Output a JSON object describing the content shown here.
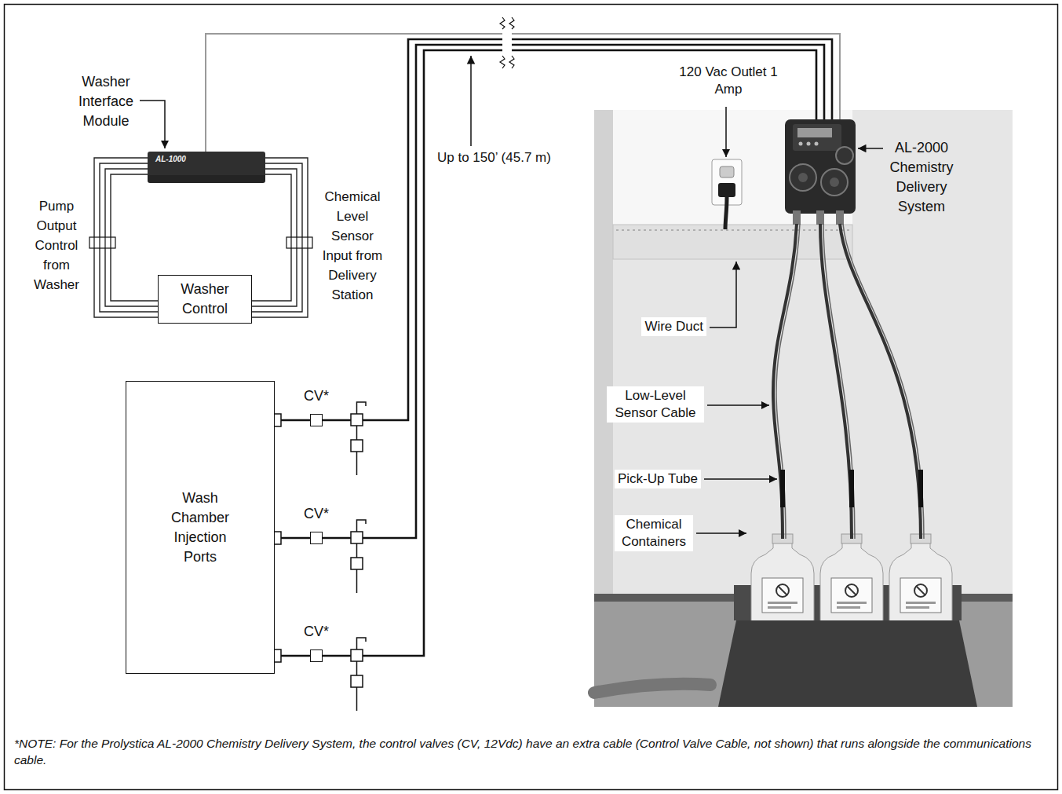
{
  "diagram": {
    "caption": "*NOTE: For the Prolystica AL-2000 Chemistry Delivery System, the control valves (CV, 12Vdc) have an extra cable (Control Valve Cable, not shown) that runs alongside the communications cable.",
    "nodes": [
      {
        "text": [
          "Washer Interface Module",
          "AL-1000"
        ]
      },
      {
        "text": [
          "Washer Control"
        ]
      },
      {
        "text": [
          "Wash Chamber Injection Ports"
        ]
      },
      {
        "text": [
          "CV*"
        ]
      },
      {
        "text": [
          "CV*"
        ]
      },
      {
        "text": [
          "CV*"
        ]
      },
      {
        "text": [
          "AL-2000 Chemistry Delivery System"
        ]
      }
    ],
    "edges": [
      {
        "from": 1,
        "to": 0,
        "arrow": "none",
        "label": "Pump Output Control from Washer"
      },
      {
        "from": 0,
        "to": 1,
        "arrow": "none",
        "label": "Chemical Level Sensor Input from Delivery Station"
      },
      {
        "from": 0,
        "to": 6,
        "arrow": "none"
      },
      {
        "from": 2,
        "to": 3,
        "arrow": "none"
      },
      {
        "from": 2,
        "to": 4,
        "arrow": "none"
      },
      {
        "from": 2,
        "to": 5,
        "arrow": "none"
      },
      {
        "from": 3,
        "to": 6,
        "arrow": "none"
      },
      {
        "from": 4,
        "to": 6,
        "arrow": "none"
      },
      {
        "from": 5,
        "to": 6,
        "arrow": "none"
      }
    ],
    "labels": [
      "Up to 150’ (45.7 m)",
      "120 Vac Outlet 1 Amp",
      "Wire Duct",
      "Low-Level Sensor Cable",
      "Pick-Up Tube",
      "Chemical Containers"
    ]
  }
}
